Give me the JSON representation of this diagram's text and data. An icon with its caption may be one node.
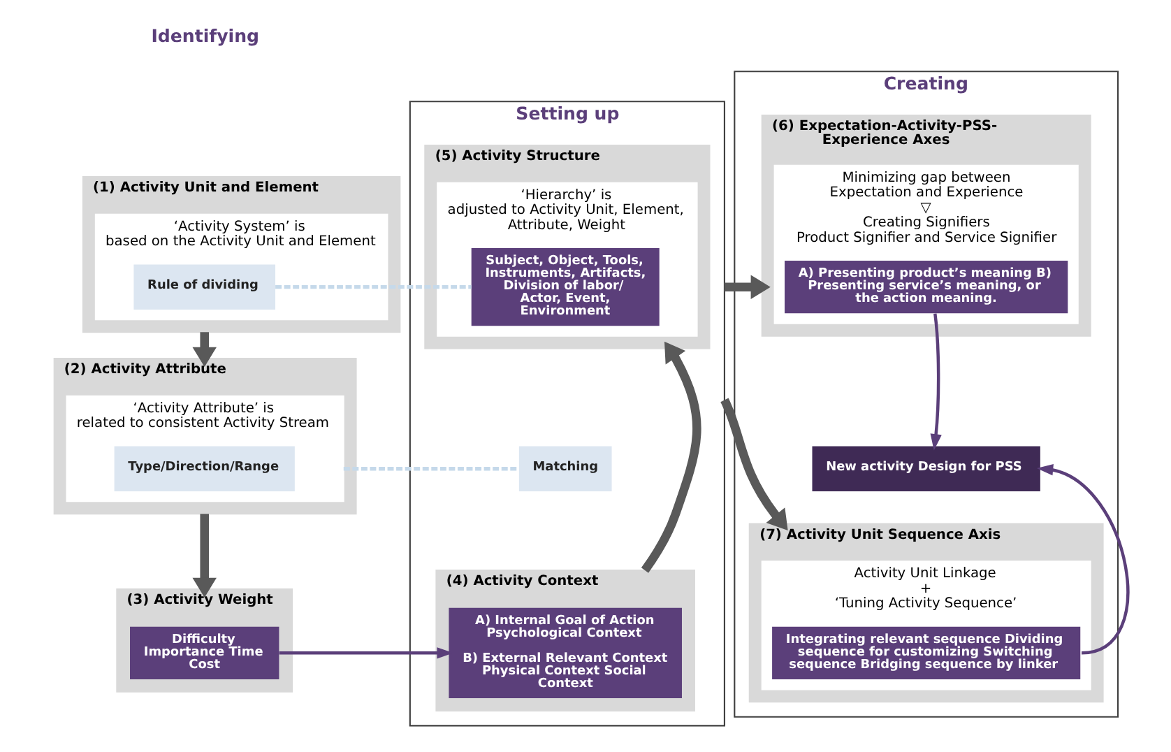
{
  "diagram": {
    "nodes": [
      {
        "text": [
          "Setting up"
        ]
      },
      {
        "text": [
          "Creating"
        ]
      },
      {
        "text": [
          "(1) Activity Unit and Element"
        ]
      },
      {
        "text": [
          "‘Activity System’ is",
          "based on the Activity Unit and Element"
        ],
        "in": 2
      },
      {
        "text": [
          "Rule of dividing"
        ],
        "in": 3
      },
      {
        "text": [
          "(2) Activity Attribute"
        ]
      },
      {
        "text": [
          "‘Activity Attribute’ is",
          "related to consistent Activity Stream"
        ],
        "in": 5
      },
      {
        "text": [
          "Type/Direction/Range"
        ],
        "in": 6
      },
      {
        "text": [
          "(3) Activity Weight"
        ]
      },
      {
        "text": [
          "Difficulty Importance Time Cost"
        ],
        "in": 8
      },
      {
        "text": [
          "(5) Activity Structure"
        ],
        "in": 0
      },
      {
        "text": [
          "‘Hierarchy’ is",
          "adjusted to Activity Unit, Element, Attribute, Weight"
        ],
        "in": 10
      },
      {
        "text": [
          "Subject, Object, Tools, Instruments, Artifacts, Division of labor/ Actor, Event, Environment"
        ],
        "in": 11
      },
      {
        "text": [
          "Matching"
        ],
        "in": 0
      },
      {
        "text": [
          "(4) Activity Context"
        ],
        "in": 0
      },
      {
        "text": [
          "A) Internal Goal of Action Psychological Context",
          "B) External Relevant Context Physical Context Social Context"
        ],
        "in": 14
      },
      {
        "text": [
          "(6) Expectation-Activity-PSS-Experience Axes"
        ],
        "in": 1
      },
      {
        "text": [
          "Minimizing gap between",
          "Expectation and Experience",
          "▽",
          "Creating Signifiers",
          "Product Signifier and Service Signifier"
        ],
        "in": 16
      },
      {
        "text": [
          "A) Presenting product’s meaning B) Presenting service’s meaning, or the action meaning."
        ],
        "in": 17
      },
      {
        "text": [
          "New activity Design for PSS"
        ],
        "in": 1
      },
      {
        "text": [
          "(7) Activity Unit Sequence Axis"
        ],
        "in": 1
      },
      {
        "text": [
          "Activity Unit Linkage",
          "+",
          "‘Tuning Activity Sequence’"
        ],
        "in": 20
      },
      {
        "text": [
          "Integrating relevant sequence Dividing sequence for customizing Switching sequence Bridging sequence by linker"
        ],
        "in": 21
      }
    ],
    "edges": [
      {
        "from": 2,
        "to": 5,
        "arrow": "to",
        "style": "thick"
      },
      {
        "from": 5,
        "to": 8,
        "arrow": "to",
        "style": "thick"
      },
      {
        "from": 4,
        "to": 12,
        "arrow": "none",
        "style": "dashed",
        "color": "#c5d9ea"
      },
      {
        "from": 6,
        "to": 13,
        "arrow": "none",
        "style": "dashed",
        "color": "#c5d9ea"
      },
      {
        "from": 14,
        "to": 10,
        "arrow": "to",
        "style": "thick"
      },
      {
        "from": 9,
        "to": 15,
        "arrow": "to",
        "color": "#5b3f7a"
      },
      {
        "from": 0,
        "to": 16,
        "arrow": "to",
        "style": "thick"
      },
      {
        "from": 0,
        "to": 20,
        "arrow": "to",
        "style": "thick"
      },
      {
        "from": 18,
        "to": 19,
        "arrow": "to",
        "color": "#5b3f7a"
      },
      {
        "from": 22,
        "to": 19,
        "arrow": "to",
        "color": "#5b3f7a"
      }
    ],
    "labels": [
      "Identifying"
    ]
  }
}
